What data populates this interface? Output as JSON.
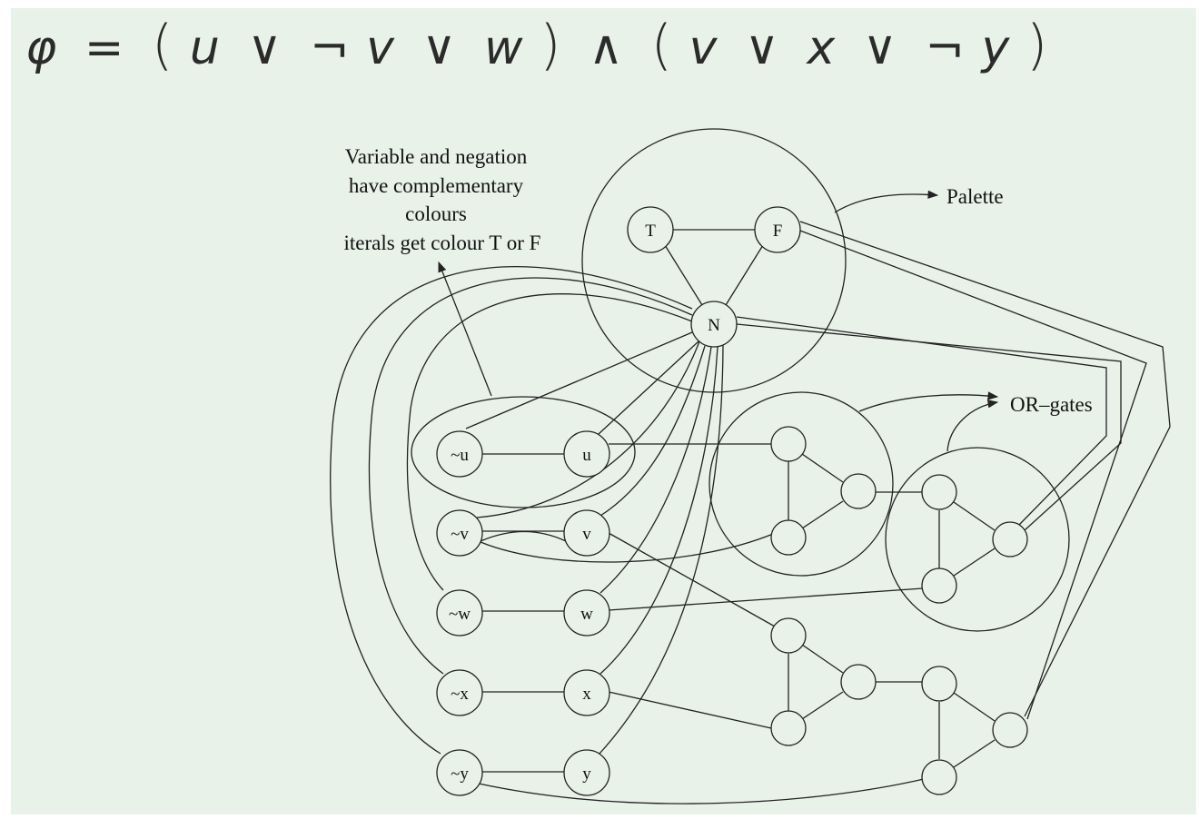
{
  "formula": {
    "phi": "φ",
    "eq": "=",
    "open1": "(",
    "u": "u",
    "or": "∨",
    "not": "¬",
    "v": "v",
    "w": "w",
    "close1": ")",
    "and": "∧",
    "open2": "(",
    "x": "x",
    "y": "y",
    "close2": ")"
  },
  "annotations": {
    "literals_note": [
      "Variable and negation",
      "have complementary",
      "colours",
      "iterals get colour T or F"
    ],
    "palette": "Palette",
    "or_gates": "OR–gates"
  },
  "palette_nodes": {
    "t": "T",
    "f": "F",
    "n": "N"
  },
  "literal_nodes": {
    "neg_u": "~u",
    "u": "u",
    "neg_v": "~v",
    "v": "v",
    "neg_w": "~w",
    "w": "w",
    "neg_x": "~x",
    "x": "x",
    "neg_y": "~y",
    "y": "y"
  },
  "colors": {
    "background": "#e8f2e9",
    "stroke": "#222222",
    "text": "#111111"
  }
}
